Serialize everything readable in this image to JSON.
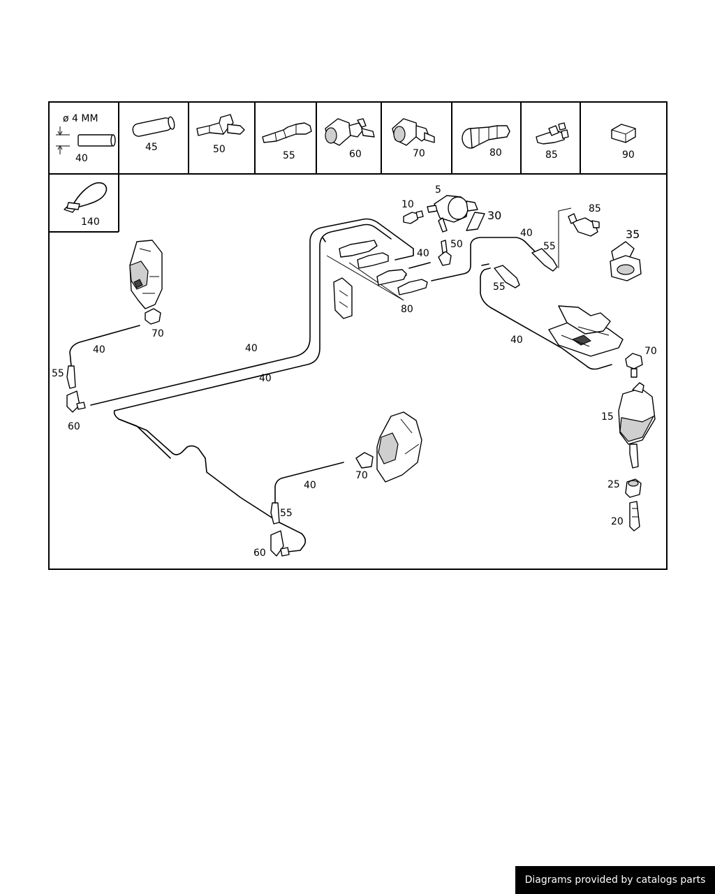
{
  "legend": {
    "diameter": "ø 4 MM",
    "items": [
      "40",
      "45",
      "50",
      "55",
      "60",
      "70",
      "80",
      "85",
      "90",
      "140"
    ]
  },
  "callouts": {
    "c5": "5",
    "c10": "10",
    "c30": "30",
    "c50": "50",
    "c40_top": "40",
    "c40_mid": "40",
    "c55_top": "55",
    "c55_mid": "55",
    "c85": "85",
    "c35": "35",
    "c80": "80",
    "c70_left": "70",
    "c40_left": "40",
    "c55_left": "55",
    "c60_left": "60",
    "c40_long1": "40",
    "c40_long2": "40",
    "c40_right": "40",
    "c70_right": "70",
    "c15": "15",
    "c70_bottom": "70",
    "c40_bottom": "40",
    "c55_bottom": "55",
    "c60_bottom": "60",
    "c25": "25",
    "c20": "20"
  },
  "credit": "Diagrams provided by catalogs parts"
}
